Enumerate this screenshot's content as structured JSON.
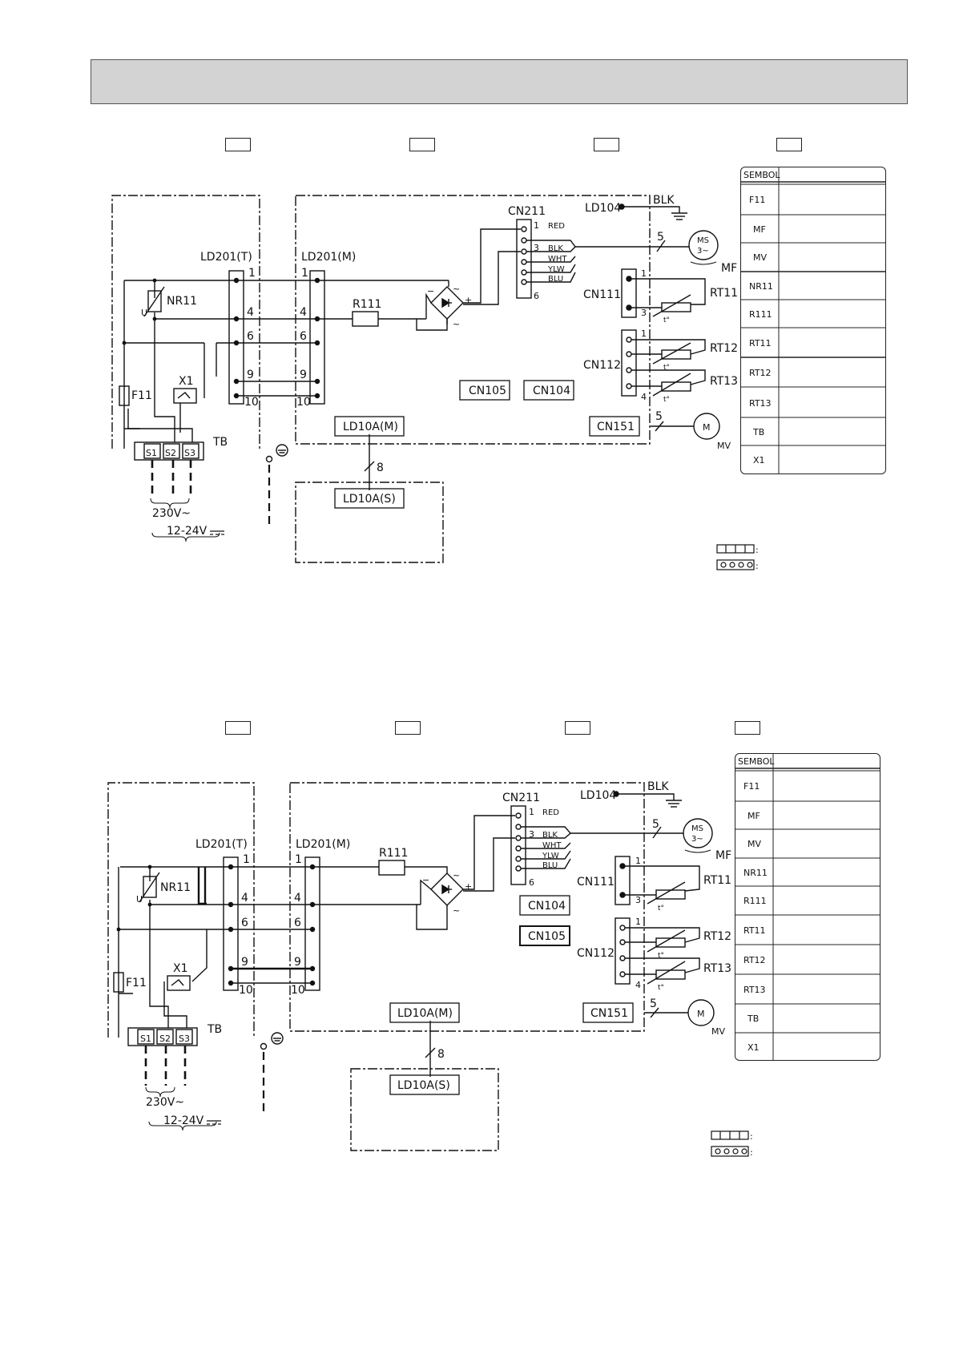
{
  "header": {
    "title": ""
  },
  "diagrams": [
    {
      "ld104": "LD104",
      "blk": "BLK",
      "cn211": "CN211",
      "pins": {
        "p1": "1",
        "p3": "3",
        "p6": "6"
      },
      "wires": [
        "RED",
        "BLK",
        "WHT",
        "YLW",
        "BLU"
      ],
      "motor_ms": "MS",
      "motor_ms_sub": "3~",
      "mf": "MF",
      "cn111": "CN111",
      "cn112": "CN112",
      "rt11": "RT11",
      "rt12": "RT12",
      "rt13": "RT13",
      "thermal": "t°",
      "cn105": "CN105",
      "cn104": "CN104",
      "cn151": "CN151",
      "mv_symbol": "M",
      "mv": "MV",
      "wire_count_5": "5",
      "wire_count_8": "8",
      "ld201t": "LD201(T)",
      "ld201m": "LD201(M)",
      "ld201_pins": [
        "1",
        "4",
        "6",
        "9",
        "10"
      ],
      "nr11": "NR11",
      "u": "U",
      "r111": "R111",
      "f11": "F11",
      "x1": "X1",
      "tb": "TB",
      "terminals": [
        "S1",
        "S2",
        "S3"
      ],
      "v230": "230V~",
      "v1224": "12-24V",
      "ld10am": "LD10A(M)",
      "ld10as": "LD10A(S)",
      "bridge_minus": "−",
      "bridge_plus": "+",
      "bridge_ac": "~"
    }
  ],
  "legend": {
    "header": "SEMBOL",
    "items": [
      "F11",
      "MF",
      "MV",
      "NR11",
      "R111",
      "RT11",
      "RT12",
      "RT13",
      "TB",
      "X1"
    ]
  },
  "connector_notes": [
    ":",
    ":"
  ]
}
